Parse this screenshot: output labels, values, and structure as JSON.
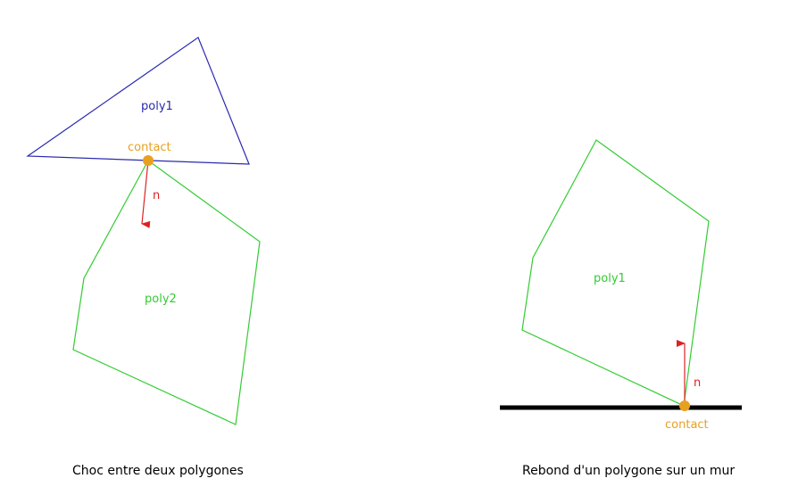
{
  "colors": {
    "poly1_left": "#2a2ab0",
    "green": "#33cc33",
    "contact": "#e8a020",
    "normal": "#dd2222",
    "wall": "#000000",
    "caption": "#000000"
  },
  "left_diagram": {
    "poly1_label": "poly1",
    "poly2_label": "poly2",
    "contact_label": "contact",
    "normal_label": "n",
    "caption": "Choc entre deux polygones"
  },
  "right_diagram": {
    "poly1_label": "poly1",
    "contact_label": "contact",
    "normal_label": "n",
    "caption": "Rebond d'un polygone sur un mur"
  }
}
